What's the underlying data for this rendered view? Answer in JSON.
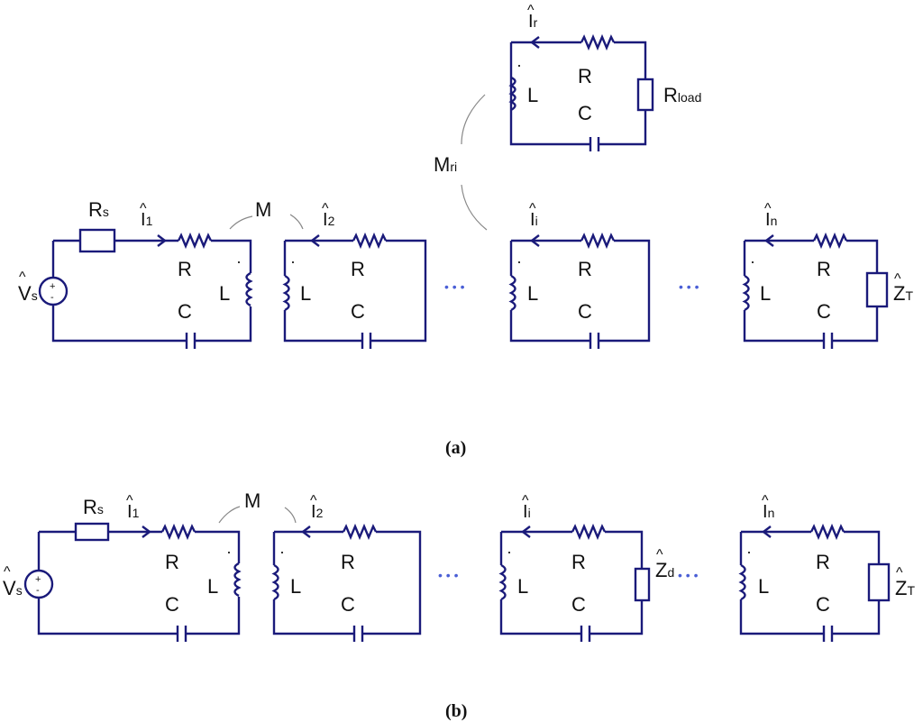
{
  "caption_a": "(a)",
  "caption_b": "(b)",
  "labels": {
    "R": "R",
    "C": "C",
    "L": "L",
    "M": "M",
    "Rs_main": "R",
    "Rs_sub": "s",
    "Vs_main": "V",
    "Vs_sub": "s",
    "Rload_main": "R",
    "Rload_sub": "load",
    "Mri_main": "M",
    "Mri_sub": "ri",
    "ZT_main": "Z",
    "ZT_sub": "T",
    "Zd_main": "Z",
    "Zd_sub": "d",
    "I_main": "I",
    "sub_1": "1",
    "sub_2": "2",
    "sub_i": "i",
    "sub_n": "n",
    "sub_r": "r",
    "hat": "^",
    "dot": "·",
    "ellipsis": "• • •"
  },
  "colors": {
    "wire": "#1a1a7a",
    "ellipsis": "#4a5fd6"
  }
}
